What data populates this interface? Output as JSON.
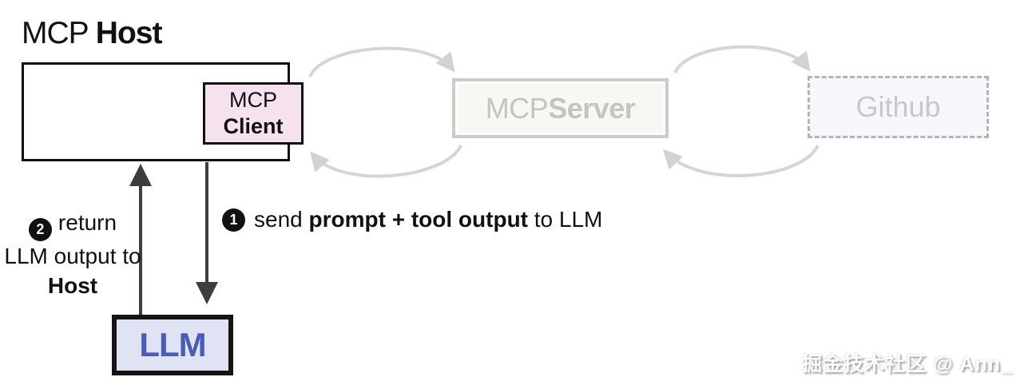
{
  "title": {
    "normal": "MCP ",
    "bold": "Host"
  },
  "boxes": {
    "client": {
      "line1": "MCP",
      "line2": "Client"
    },
    "server": {
      "normal": "MCP ",
      "bold": "Server"
    },
    "github": {
      "label": "Github"
    },
    "llm": {
      "label": "LLM"
    }
  },
  "steps": {
    "step1": {
      "number": "1",
      "t1": "send ",
      "t2": "prompt + tool output",
      "t3": " to LLM"
    },
    "step2": {
      "number": "2",
      "t1": "return",
      "t2": "LLM output to",
      "t3": "Host"
    }
  },
  "watermark": "掘金技术社区 @ Ann_",
  "colors": {
    "client_fill": "#f6e2ee",
    "llm_fill": "#dfe3f3",
    "llm_text": "#4a5cb8",
    "muted_arrow": "#d5d5d5",
    "dark_arrow": "#3d3d3d",
    "server_border": "#cbcbcb",
    "server_text": "#c6c4c1",
    "github_text": "#c6c9cc"
  }
}
